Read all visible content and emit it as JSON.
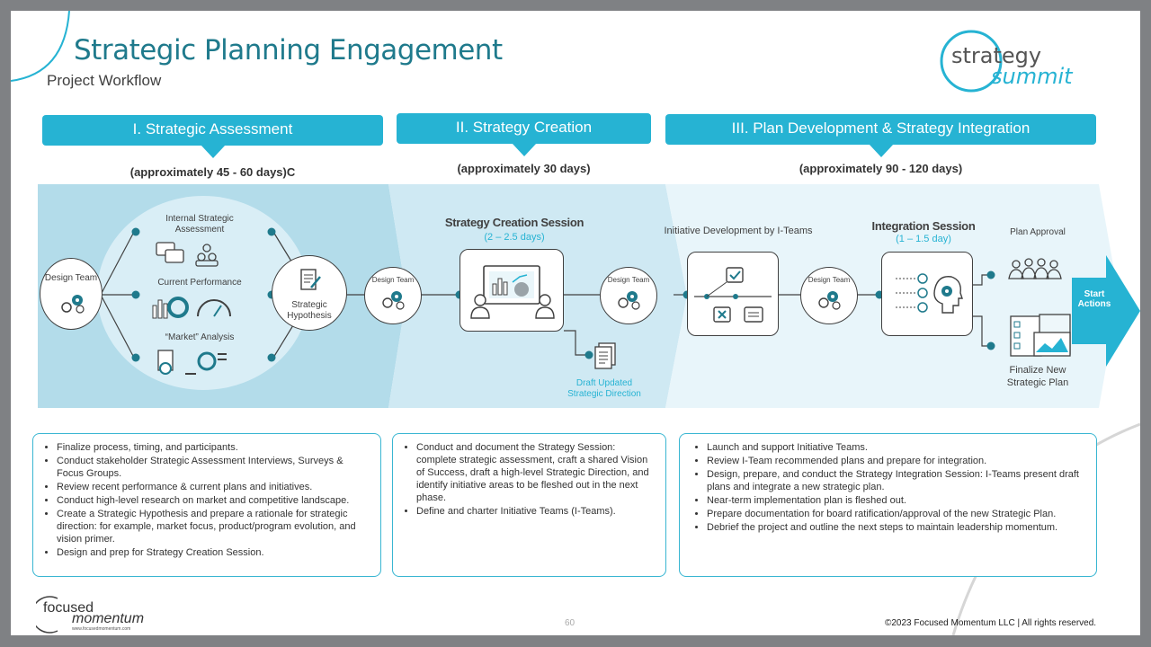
{
  "header": {
    "title": "Strategic Planning Engagement",
    "subtitle": "Project Workflow",
    "logo_line1": "strategy",
    "logo_line2": "summit"
  },
  "phases": [
    {
      "label": "I. Strategic Assessment",
      "duration": "(approximately 45 - 60 days)C"
    },
    {
      "label": "II. Strategy Creation",
      "duration": "(approximately 30 days)"
    },
    {
      "label": "III. Plan Development & Strategy Integration",
      "duration": "(approximately 90 - 120 days)"
    }
  ],
  "diagram": {
    "design_team": "Design Team",
    "internal_assessment": "Internal Strategic Assessment",
    "current_performance": "Current Performance",
    "market_analysis": "“Market” Analysis",
    "strategic_hypothesis": "Strategic Hypothesis",
    "design_team_small_1": "Design Team",
    "strategy_session_title": "Strategy Creation Session",
    "strategy_session_days": "(2 – 2.5 days)",
    "design_team_small_2": "Design Team",
    "draft_direction": "Draft Updated Strategic Direction",
    "initiative_dev": "Initiative Development by I-Teams",
    "design_team_small_3": "Design Team",
    "integration_title": "Integration Session",
    "integration_days": "(1 – 1.5 day)",
    "plan_approval": "Plan Approval",
    "finalize_plan": "Finalize New Strategic Plan",
    "start_actions": "Start Actions"
  },
  "notes": [
    {
      "items": [
        "Finalize process, timing, and participants.",
        "Conduct stakeholder Strategic Assessment Interviews, Surveys & Focus Groups.",
        "Review recent performance & current plans and initiatives.",
        "Conduct high-level research on market and competitive landscape.",
        "Create a Strategic Hypothesis and prepare a rationale for strategic direction: for example, market focus, product/program evolution, and vision primer.",
        "Design and prep for Strategy Creation Session."
      ]
    },
    {
      "items": [
        "Conduct and document the Strategy Session: complete strategic assessment, craft a shared Vision of Success, draft a high-level Strategic Direction, and identify initiative areas to be fleshed out in the next phase.",
        "Define and charter Initiative Teams (I-Teams)."
      ]
    },
    {
      "items": [
        "Launch and support Initiative Teams.",
        "Review I-Team recommended plans and prepare for integration.",
        "Design, prepare, and conduct the Strategy Integration Session: I-Teams present draft plans and integrate a new strategic plan.",
        "Near-term implementation plan is fleshed out.",
        "Prepare documentation for board ratification/approval of the new Strategic Plan.",
        "Debrief the project and outline the next steps to maintain leadership momentum."
      ]
    }
  ],
  "footer": {
    "logo_line1": "focused",
    "logo_line2": "momentum",
    "logo_url": "www.focusedmomentum.com",
    "page": "60",
    "copyright": "©2023 Focused Momentum LLC | All rights reserved."
  },
  "colors": {
    "accent": "#26b3d3",
    "title": "#1f7a8c",
    "band1": "#b3dcea",
    "band2": "#cfe9f3",
    "band3": "#e8f5fa"
  }
}
